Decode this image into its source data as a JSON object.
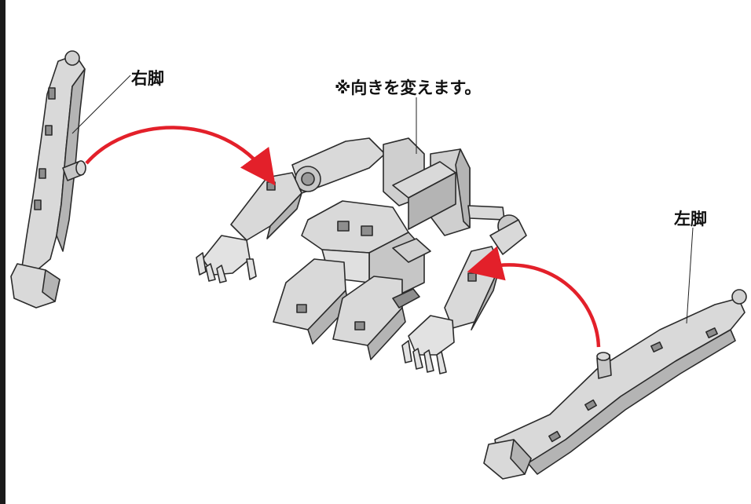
{
  "labels": {
    "right_leg": "右脚",
    "note": "※向きを変えます。",
    "left_leg": "左脚"
  },
  "colors": {
    "arrow": "#e3202a",
    "part_fill": "#d9d9d9",
    "part_shade": "#b4b4b4",
    "part_dark": "#8e8e8e",
    "outline": "#2b2b2b",
    "edge_bar": "#1a1a1a"
  }
}
